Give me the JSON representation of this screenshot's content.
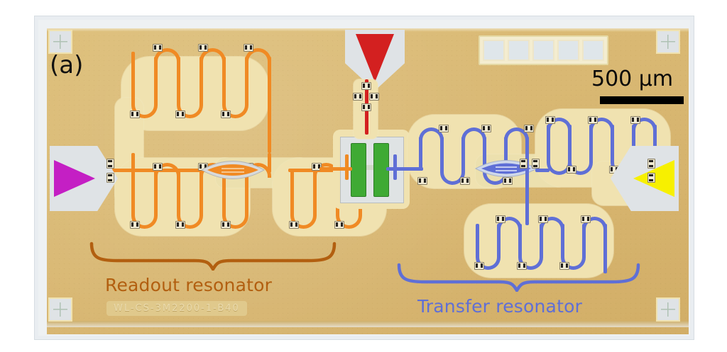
{
  "figure": {
    "domain": "micrograph",
    "panel_letter": "(a)",
    "description": "Optical micrograph of a superconducting circuit chip with readout and transfer resonators coupled to a central transmon qubit"
  },
  "scalebar": {
    "text": "500 µm",
    "bar_color": "#000000"
  },
  "annotations": [
    {
      "name": "readout-resonator",
      "label": "Readout resonator",
      "color": "#b25f10"
    },
    {
      "name": "transfer-resonator",
      "label": "Transfer resonator",
      "color": "#5f6fd6"
    }
  ],
  "chip": {
    "code_label": "WL-CS-3M2200-1-B40",
    "substrate_color": "#d9b873",
    "island_color": "#f0e2b0",
    "edge_color": "#eef1f3"
  },
  "elements": {
    "readout_trace_color": "#f08a24",
    "transfer_trace_color": "#5f6fd6",
    "drive_line_color": "#d32020",
    "qubit_pad_color": "#3faa34",
    "input_port_color": "#c41fc4",
    "output_port_color": "#f7f000"
  },
  "ports": [
    {
      "name": "input-port",
      "color": "#c41fc4",
      "side": "left"
    },
    {
      "name": "output-port",
      "color": "#f7f000",
      "side": "right"
    },
    {
      "name": "drive-port",
      "color": "#d32020",
      "side": "top"
    }
  ],
  "test_pad_array": {
    "count": 5
  },
  "corner_marks": {
    "count": 4
  }
}
